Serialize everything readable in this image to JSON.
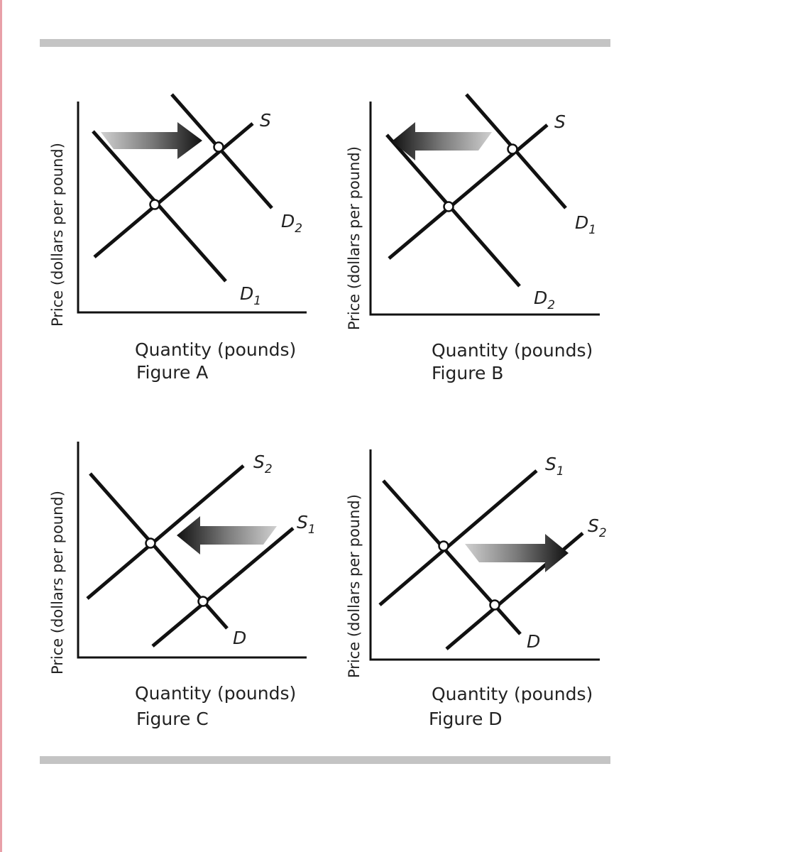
{
  "figures": [
    {
      "id": "A",
      "ylabel": "Price (dollars per pound)",
      "xlabel": "Quantity (pounds)",
      "caption": "Figure A",
      "curves": [
        {
          "label": "S",
          "sub": ""
        },
        {
          "label": "D",
          "sub": "2"
        },
        {
          "label": "D",
          "sub": "1"
        }
      ],
      "shift": "right"
    },
    {
      "id": "B",
      "ylabel": "Price (dollars per pound)",
      "xlabel": "Quantity (pounds)",
      "caption": "Figure B",
      "curves": [
        {
          "label": "S",
          "sub": ""
        },
        {
          "label": "D",
          "sub": "1"
        },
        {
          "label": "D",
          "sub": "2"
        }
      ],
      "shift": "left"
    },
    {
      "id": "C",
      "ylabel": "Price (dollars per pound)",
      "xlabel": "Quantity (pounds)",
      "caption": "Figure C",
      "curves": [
        {
          "label": "S",
          "sub": "2"
        },
        {
          "label": "S",
          "sub": "1"
        },
        {
          "label": "D",
          "sub": ""
        }
      ],
      "shift": "left"
    },
    {
      "id": "D",
      "ylabel": "Price (dollars per pound)",
      "xlabel": "Quantity (pounds)",
      "caption": "Figure D",
      "curves": [
        {
          "label": "S",
          "sub": "1"
        },
        {
          "label": "S",
          "sub": "2"
        },
        {
          "label": "D",
          "sub": ""
        }
      ],
      "shift": "right"
    }
  ],
  "colors": {
    "line": "#111111",
    "rule": "#c4c4c4",
    "arrow_dark": "#1a1a1a",
    "arrow_light": "#c8c8c8"
  }
}
